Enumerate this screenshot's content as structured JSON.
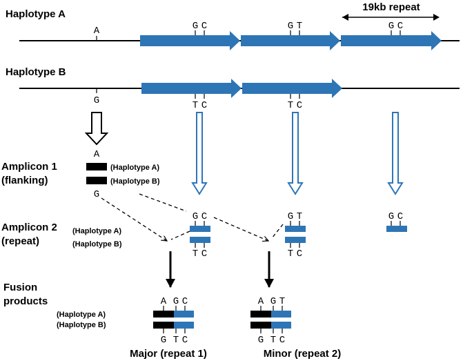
{
  "colors": {
    "repeat": "#2e75b6",
    "flank": "#000000",
    "line": "#000000"
  },
  "haplotype_a": {
    "title": "Haplotype A",
    "snp": "A",
    "repeats": [
      [
        "G",
        "C"
      ],
      [
        "G",
        "T"
      ],
      [
        "G",
        "C"
      ]
    ]
  },
  "haplotype_b": {
    "title": "Haplotype B",
    "snp": "G",
    "repeats": [
      [
        "T",
        "C"
      ],
      [
        "T",
        "C"
      ]
    ]
  },
  "repeat_label": "19kb repeat",
  "amplicon1": {
    "title_line1": "Amplicon 1",
    "title_line2": "(flanking)",
    "hap_a": "(Haplotype A)",
    "hap_b": "(Haplotype B)",
    "top_base": "A",
    "bottom_base": "G"
  },
  "amplicon2": {
    "title_line1": "Amplicon 2",
    "title_line2": "(repeat)",
    "hap_a": "(Haplotype A)",
    "hap_b": "(Haplotype B)",
    "repeats": [
      {
        "top": [
          "G",
          "C"
        ],
        "bottom": [
          "T",
          "C"
        ]
      },
      {
        "top": [
          "G",
          "T"
        ],
        "bottom": [
          "T",
          "C"
        ]
      },
      {
        "top": [
          "G",
          "C"
        ],
        "bottom": []
      }
    ]
  },
  "fusion": {
    "title_line1": "Fusion",
    "title_line2": "products",
    "hap_a": "(Haplotype A)",
    "hap_b": "(Haplotype B)",
    "products": [
      {
        "top": [
          "A",
          "G",
          "C"
        ],
        "bottom": [
          "G",
          "T",
          "C"
        ],
        "caption": "Major (repeat 1)"
      },
      {
        "top": [
          "A",
          "G",
          "T"
        ],
        "bottom": [
          "G",
          "T",
          "C"
        ],
        "caption": "Minor (repeat 2)"
      }
    ]
  }
}
